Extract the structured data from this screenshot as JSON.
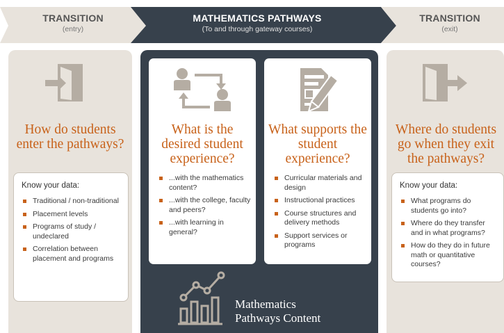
{
  "banner": {
    "left_title": "TRANSITION",
    "left_sub": "(entry)",
    "center_title": "MATHEMATICS PATHWAYS",
    "center_sub": "(To and through gateway courses)",
    "right_title": "TRANSITION",
    "right_sub": "(exit)"
  },
  "entry": {
    "question": "How do students enter the pathways?",
    "heading": "Know your data:",
    "items": [
      "Traditional / non-traditional",
      "Placement levels",
      "Programs of study / undeclared",
      "Correlation between placement and programs"
    ]
  },
  "experience": {
    "question": "What is the desired student experience?",
    "items": [
      "...with the mathematics content?",
      "...with the college, faculty and peers?",
      "...with learning in general?"
    ]
  },
  "supports": {
    "question": "What supports the student experience?",
    "items": [
      "Curricular materials and design",
      "Instructional practices",
      "Course structures and delivery methods",
      "Support services or programs"
    ]
  },
  "exit": {
    "question": "Where do students go when they exit the pathways?",
    "heading": "Know your data:",
    "items": [
      "What programs do students go into?",
      "Where do they transfer and in what programs?",
      "How do they do in future math or quantitative courses?"
    ]
  },
  "footer": {
    "line1": "Mathematics",
    "line2": "Pathways Content"
  },
  "colors": {
    "accent": "#c8621a",
    "dark": "#37414c",
    "side": "#e8e3dc",
    "icon": "#b5ada3"
  },
  "icons": {
    "entry": "door-enter-icon",
    "experience": "people-exchange-icon",
    "supports": "document-pencil-icon",
    "exit": "door-exit-icon",
    "content": "chart-growth-icon"
  }
}
